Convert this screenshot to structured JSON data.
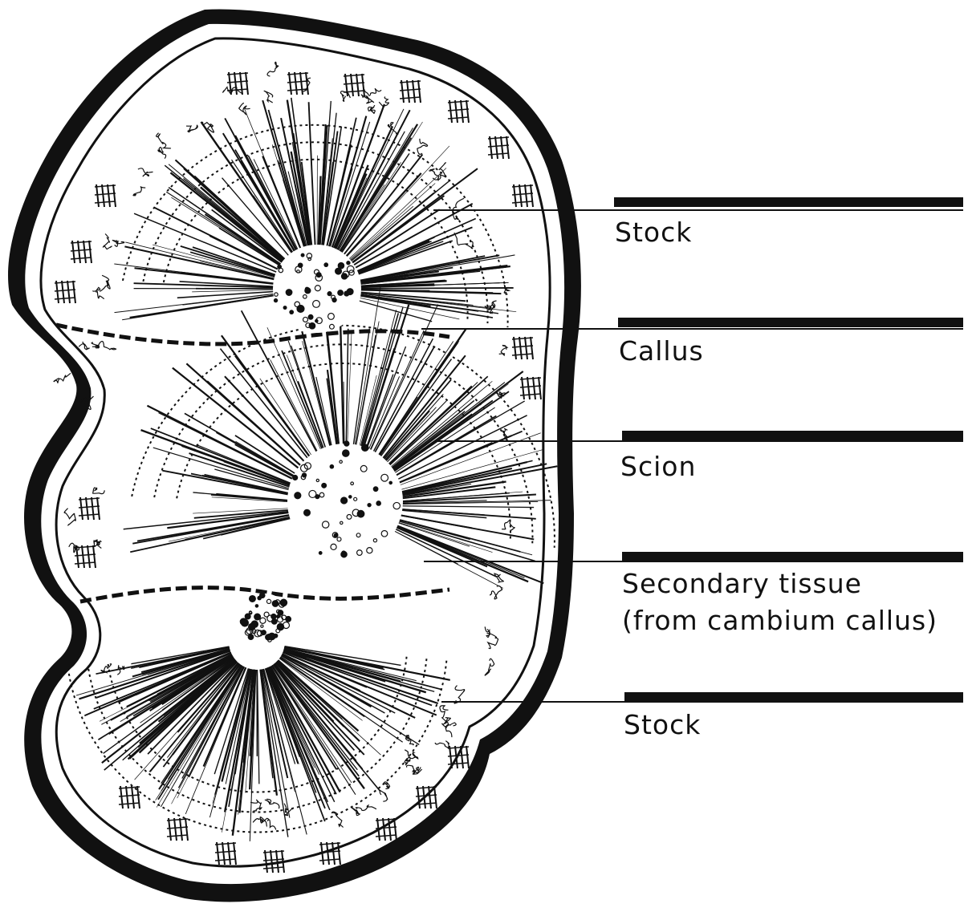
{
  "diagram": {
    "ink_color": "#111111",
    "background_color": "#ffffff"
  },
  "labels": [
    {
      "text": "Stock"
    },
    {
      "text": "Callus"
    },
    {
      "text": "Scion"
    },
    {
      "lines": [
        "Secondary tissue",
        "(from cambium callus)"
      ]
    },
    {
      "text": "Stock"
    }
  ]
}
